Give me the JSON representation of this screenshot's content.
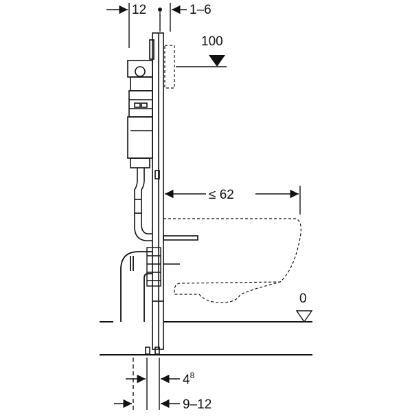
{
  "drawing": {
    "dims": {
      "top_left": "12",
      "top_right": "1–6",
      "height_label": "100",
      "projection_label": "≤ 62",
      "floor_label": "0",
      "bottom_upper_base": "4",
      "bottom_upper_exp": "8",
      "bottom_lower": "9–12"
    }
  }
}
